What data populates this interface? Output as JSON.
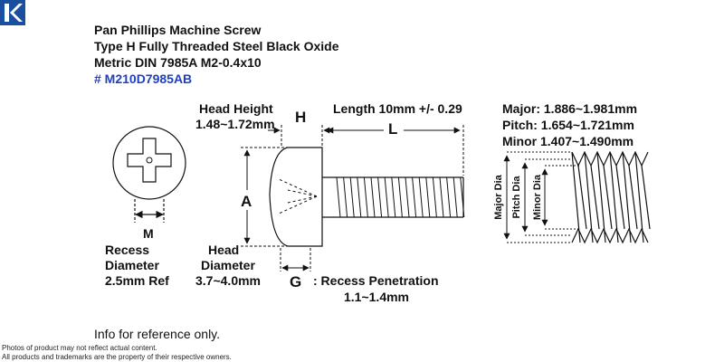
{
  "header": {
    "line1": "Pan Phillips Machine Screw",
    "line2": "Type H Fully Threaded Steel Black Oxide",
    "line3": "Metric DIN 7985A M2-0.4x10",
    "part_number": "# M210D7985AB",
    "part_color": "#1f3fbf"
  },
  "logo": {
    "icon": "k-logo-icon",
    "color": "#1a4fa0"
  },
  "recess": {
    "letter": "M",
    "label1": "Recess",
    "label2": "Diameter",
    "value": "2.5mm Ref"
  },
  "head_height": {
    "label": "Head Height",
    "value": "1.48~1.72mm",
    "letter": "H"
  },
  "length": {
    "label": "Length 10mm +/- 0.29",
    "letter": "L"
  },
  "head_diameter": {
    "letter": "A",
    "label1": "Head",
    "label2": "Diameter",
    "value": "3.7~4.0mm"
  },
  "penetration": {
    "letter": "G",
    "label": ": Recess Penetration",
    "value": "1.1~1.4mm"
  },
  "thread": {
    "major": "Major: 1.886~1.981mm",
    "pitch": "Pitch:  1.654~1.721mm",
    "minor": "Minor  1.407~1.490mm",
    "major_dia": "Major Dia",
    "pitch_dia": "Pitch Dia",
    "minor_dia": "Minor Dia"
  },
  "footer": {
    "info": "Info for reference only.",
    "disclaimer1": "Photos of product may not reflect actual content.",
    "disclaimer2": "All products and trademarks are the property of their respective owners."
  }
}
